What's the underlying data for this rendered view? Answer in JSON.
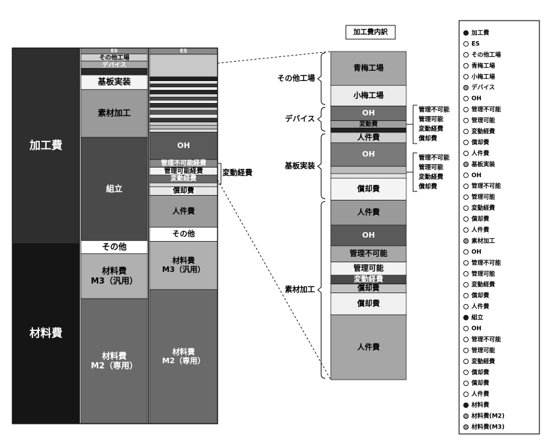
{
  "chart_data": {
    "type": "stacked_bar",
    "bars": [
      {
        "segments": [
          {
            "label": "加工費",
            "value": 285,
            "color": "#2e2e2e",
            "text_color": "#ffffff"
          },
          {
            "label": "材料費",
            "value": 262,
            "color": "#151515",
            "text_color": "#ffffff"
          }
        ]
      },
      {
        "segments": [
          {
            "label": "ES",
            "value": 8,
            "color": "#8a8a8a",
            "text_color": "#ffffff"
          },
          {
            "label": "その他工場",
            "value": 10,
            "color": "#d0d0d0",
            "text_color": "#000000"
          },
          {
            "label": "デバイス",
            "value": 10,
            "color": "#a8a8a8",
            "text_color": "#ffffff"
          },
          {
            "label": "",
            "value": 9,
            "color": "#2a2a2a",
            "text_color": "#ffffff"
          },
          {
            "label": "基板実装",
            "value": 20,
            "color": "#f4f4f4",
            "text_color": "#000000"
          },
          {
            "label": "素材加工",
            "value": 66,
            "color": "#9a9a9a",
            "text_color": "#000000"
          },
          {
            "label": "組立",
            "value": 142,
            "color": "#4a4a4a",
            "text_color": "#ffffff"
          },
          {
            "label": "その他",
            "value": 18,
            "color": "#ffffff",
            "text_color": "#000000"
          },
          {
            "label": "材料費\nM3（汎用）",
            "value": 62,
            "color": "#b0b0b0",
            "text_color": "#000000"
          },
          {
            "label": "材料費\nM2（専用）",
            "value": 172,
            "color": "#6a6a6a",
            "text_color": "#ffffff"
          }
        ]
      },
      {
        "segments": [
          {
            "label": "ES",
            "value": 8,
            "color": "#8a8a8a",
            "text_color": "#ffffff"
          },
          {
            "label": "",
            "value": 29,
            "color": "#c8c8c8",
            "text_color": "#000000"
          },
          {
            "label": "",
            "value": 5,
            "color": "#1e1e1e",
            "text_color": "#000000"
          },
          {
            "label": "",
            "value": 4,
            "color": "#e6e6e6",
            "text_color": "#000000"
          },
          {
            "label": "",
            "value": 4,
            "color": "#383838",
            "text_color": "#000000"
          },
          {
            "label": "",
            "value": 4,
            "color": "#f2f2f2",
            "text_color": "#000000"
          },
          {
            "label": "",
            "value": 5,
            "color": "#252525",
            "text_color": "#000000"
          },
          {
            "label": "",
            "value": 4,
            "color": "#dadada",
            "text_color": "#000000"
          },
          {
            "label": "",
            "value": 4,
            "color": "#4a4a4a",
            "text_color": "#000000"
          },
          {
            "label": "",
            "value": 4,
            "color": "#f0f0f0",
            "text_color": "#000000"
          },
          {
            "label": "",
            "value": 5,
            "color": "#2f2f2f",
            "text_color": "#000000"
          },
          {
            "label": "",
            "value": 4,
            "color": "#d2d2d2",
            "text_color": "#000000"
          },
          {
            "label": "",
            "value": 5,
            "color": "#555555",
            "text_color": "#000000"
          },
          {
            "label": "",
            "value": 5,
            "color": "#e9e9e9",
            "text_color": "#000000"
          },
          {
            "label": "",
            "value": 5,
            "color": "#353535",
            "text_color": "#000000"
          },
          {
            "label": "",
            "value": 4,
            "color": "#cfcfcf",
            "text_color": "#000000"
          },
          {
            "label": "",
            "value": 5,
            "color": "#bcbcbc",
            "text_color": "#000000"
          },
          {
            "label": "",
            "value": 4,
            "color": "#e0e0e0",
            "text_color": "#000000"
          },
          {
            "label": "OH",
            "value": 35,
            "color": "#5a5a5a",
            "text_color": "#ffffff"
          },
          {
            "label": "管理不可能経費",
            "value": 10,
            "color": "#8a8a8a",
            "text_color": "#ffffff"
          },
          {
            "label": "管理可能経費",
            "value": 10,
            "color": "#f2f2f2",
            "text_color": "#000000"
          },
          {
            "label": "変動経費",
            "value": 10,
            "color": "#6a6a6a",
            "text_color": "#ffffff"
          },
          {
            "label": "",
            "value": 5,
            "color": "#dddddd",
            "text_color": "#000000"
          },
          {
            "label": "償却費",
            "value": 11,
            "color": "#e8e8e8",
            "text_color": "#000000"
          },
          {
            "label": "人件費",
            "value": 41,
            "color": "#9a9a9a",
            "text_color": "#000000"
          },
          {
            "label": "その他",
            "value": 18,
            "color": "#ffffff",
            "text_color": "#000000"
          },
          {
            "label": "材料費\nM3（汎用）",
            "value": 62,
            "color": "#b0b0b0",
            "text_color": "#000000"
          },
          {
            "label": "材料費\nM2（専用）",
            "value": 172,
            "color": "#6a6a6a",
            "text_color": "#ffffff"
          }
        ]
      },
      {
        "title": "加工費内訳",
        "segments": [
          {
            "label": "青梅工場",
            "value": 46,
            "color": "#a6a6a6",
            "text_color": "#000000"
          },
          {
            "label": "小梅工場",
            "value": 28,
            "color": "#ebebeb",
            "text_color": "#000000"
          },
          {
            "label": "OH",
            "value": 20,
            "color": "#6e6e6e",
            "text_color": "#ffffff"
          },
          {
            "label": "変動費",
            "value": 10,
            "color": "#a0a0a0",
            "text_color": "#000000"
          },
          {
            "label": "",
            "value": 6,
            "color": "#222222",
            "text_color": "#ffffff"
          },
          {
            "label": "人件費",
            "value": 14,
            "color": "#cfcfcf",
            "text_color": "#000000"
          },
          {
            "label": "OH",
            "value": 32,
            "color": "#7a7a7a",
            "text_color": "#ffffff"
          },
          {
            "label": "",
            "value": 10,
            "color": "#bcbcbc",
            "text_color": "#000000"
          },
          {
            "label": "",
            "value": 6,
            "color": "#e2e2e2",
            "text_color": "#000000"
          },
          {
            "label": "償却費",
            "value": 30,
            "color": "#f4f4f4",
            "text_color": "#000000"
          },
          {
            "label": "人件費",
            "value": 34,
            "color": "#9a9a9a",
            "text_color": "#000000"
          },
          {
            "label": "OH",
            "value": 28,
            "color": "#5a5a5a",
            "text_color": "#ffffff"
          },
          {
            "label": "管理不可能",
            "value": 22,
            "color": "#a8a8a8",
            "text_color": "#000000"
          },
          {
            "label": "管理可能",
            "value": 18,
            "color": "#f2f2f2",
            "text_color": "#000000"
          },
          {
            "label": "変動経費",
            "value": 12,
            "color": "#4a4a4a",
            "text_color": "#ffffff"
          },
          {
            "label": "償却費",
            "value": 12,
            "color": "#c4c4c4",
            "text_color": "#000000"
          },
          {
            "label": "償却費",
            "value": 30,
            "color": "#f0f0f0",
            "text_color": "#000000"
          },
          {
            "label": "人件費",
            "value": 88,
            "color": "#a6a6a6",
            "text_color": "#000000"
          }
        ]
      }
    ],
    "middle_callout": "変動経費",
    "groups": [
      {
        "label": "その他工場",
        "from": 0,
        "to": 2
      },
      {
        "label": "デバイス",
        "from": 2,
        "to": 5
      },
      {
        "label": "基板実装",
        "from": 5,
        "to": 10
      },
      {
        "label": "素材加工",
        "from": 10,
        "to": 18
      }
    ],
    "callout_groups": [
      {
        "items": [
          "管理不可能",
          "管理可能",
          "変動経費",
          "償却費"
        ],
        "from": 2,
        "to": 6
      },
      {
        "items": [
          "管理不可能",
          "管理可能",
          "変動経費",
          "償却費"
        ],
        "from": 7,
        "to": 9
      }
    ],
    "legend": {
      "position": "right",
      "items": [
        {
          "label": "加工費",
          "swatch": "#1a1a1a"
        },
        {
          "label": "ES",
          "swatch": "#ffffff"
        },
        {
          "label": "その他工場",
          "swatch": "#ffffff"
        },
        {
          "label": "青梅工場",
          "swatch": "#ffffff"
        },
        {
          "label": "小梅工場",
          "swatch": "#ffffff"
        },
        {
          "label": "デバイス",
          "swatch": "#9a9a9a"
        },
        {
          "label": "OH",
          "swatch": "#ffffff"
        },
        {
          "label": "管理不可能",
          "swatch": "#ffffff"
        },
        {
          "label": "管理可能",
          "swatch": "#ffffff"
        },
        {
          "label": "変動経費",
          "swatch": "#ffffff"
        },
        {
          "label": "償却費",
          "swatch": "#ffffff"
        },
        {
          "label": "人件費",
          "swatch": "#ffffff"
        },
        {
          "label": "基板実装",
          "swatch": "#9a9a9a"
        },
        {
          "label": "OH",
          "swatch": "#ffffff"
        },
        {
          "label": "管理不可能",
          "swatch": "#ffffff"
        },
        {
          "label": "管理可能",
          "swatch": "#ffffff"
        },
        {
          "label": "変動経費",
          "swatch": "#ffffff"
        },
        {
          "label": "償却費",
          "swatch": "#ffffff"
        },
        {
          "label": "人件費",
          "swatch": "#ffffff"
        },
        {
          "label": "素材加工",
          "swatch": "#9a9a9a"
        },
        {
          "label": "OH",
          "swatch": "#ffffff"
        },
        {
          "label": "管理不可能",
          "swatch": "#ffffff"
        },
        {
          "label": "管理可能",
          "swatch": "#ffffff"
        },
        {
          "label": "変動経費",
          "swatch": "#ffffff"
        },
        {
          "label": "償却費",
          "swatch": "#ffffff"
        },
        {
          "label": "人件費",
          "swatch": "#ffffff"
        },
        {
          "label": "組立",
          "swatch": "#1a1a1a"
        },
        {
          "label": "OH",
          "swatch": "#ffffff"
        },
        {
          "label": "管理不可能",
          "swatch": "#ffffff"
        },
        {
          "label": "管理可能",
          "swatch": "#ffffff"
        },
        {
          "label": "変動経費",
          "swatch": "#ffffff"
        },
        {
          "label": "償却費",
          "swatch": "#ffffff"
        },
        {
          "label": "償却費",
          "swatch": "#ffffff"
        },
        {
          "label": "人件費",
          "swatch": "#ffffff"
        },
        {
          "label": "材料費",
          "swatch": "#1a1a1a"
        },
        {
          "label": "材料費(M2)",
          "swatch": "#9a9a9a"
        },
        {
          "label": "材料費(M3)",
          "swatch": "#9a9a9a"
        }
      ]
    }
  }
}
